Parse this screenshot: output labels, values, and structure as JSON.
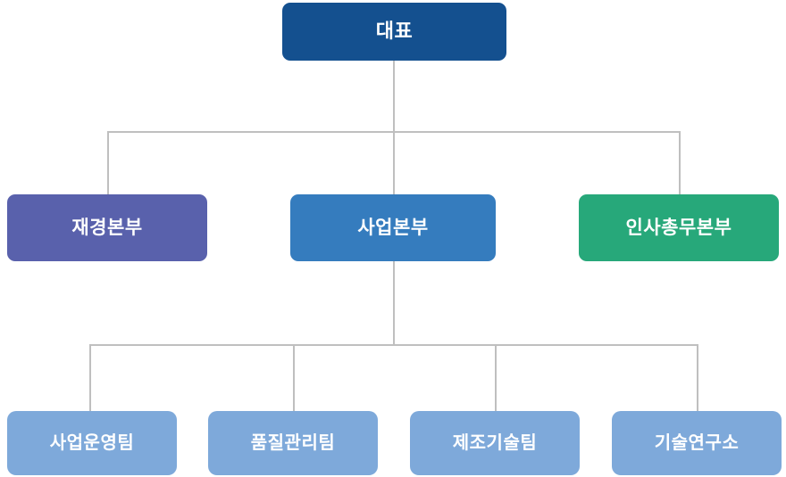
{
  "chart": {
    "type": "org-chart",
    "title": "",
    "background_color": "#ffffff",
    "connector_color": "#bfbfbf",
    "levels": [
      {
        "level": 1,
        "nodes": [
          {
            "id": "ceo",
            "label": "대표",
            "color": "#14508f",
            "text_color": "#ffffff"
          }
        ]
      },
      {
        "level": 2,
        "nodes": [
          {
            "id": "finance",
            "label": "재경본부",
            "color": "#5961ac",
            "text_color": "#ffffff",
            "parent": "ceo"
          },
          {
            "id": "business",
            "label": "사업본부",
            "color": "#357cbe",
            "text_color": "#ffffff",
            "parent": "ceo"
          },
          {
            "id": "hr",
            "label": "인사총무본부",
            "color": "#27a87a",
            "text_color": "#ffffff",
            "parent": "ceo"
          }
        ]
      },
      {
        "level": 3,
        "nodes": [
          {
            "id": "team-ops",
            "label": "사업운영팀",
            "color": "#7ea9da",
            "text_color": "#ffffff",
            "parent": "business"
          },
          {
            "id": "team-quality",
            "label": "품질관리팀",
            "color": "#7ea9da",
            "text_color": "#ffffff",
            "parent": "business"
          },
          {
            "id": "team-mfg",
            "label": "제조기술팀",
            "color": "#7ea9da",
            "text_color": "#ffffff",
            "parent": "business"
          },
          {
            "id": "team-rnd",
            "label": "기술연구소",
            "color": "#7ea9da",
            "text_color": "#ffffff",
            "parent": "business"
          }
        ]
      }
    ]
  }
}
